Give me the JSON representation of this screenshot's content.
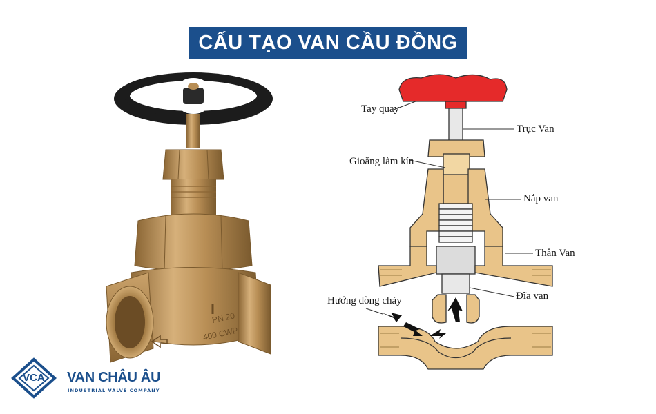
{
  "title": "CẤU TẠO VAN CẦU ĐỒNG",
  "photo": {
    "marking_top": "PN 20",
    "marking_bottom": "400 CWP"
  },
  "diagram": {
    "labels": {
      "handwheel": "Tay quay",
      "stem": "Trục Van",
      "packing": "Gioăng làm kín",
      "bonnet": "Nắp van",
      "body": "Thân Van",
      "disc": "Đĩa van",
      "flow": "Hướng dòng chảy"
    },
    "colors": {
      "handwheel": "#e52a2a",
      "brass": "#e9c489",
      "outline": "#333333"
    }
  },
  "brand": {
    "mono": "VCA",
    "name": "VAN CHÂU ÂU",
    "tagline": "INDUSTRIAL VALVE COMPANY",
    "color": "#1b4f8c"
  }
}
